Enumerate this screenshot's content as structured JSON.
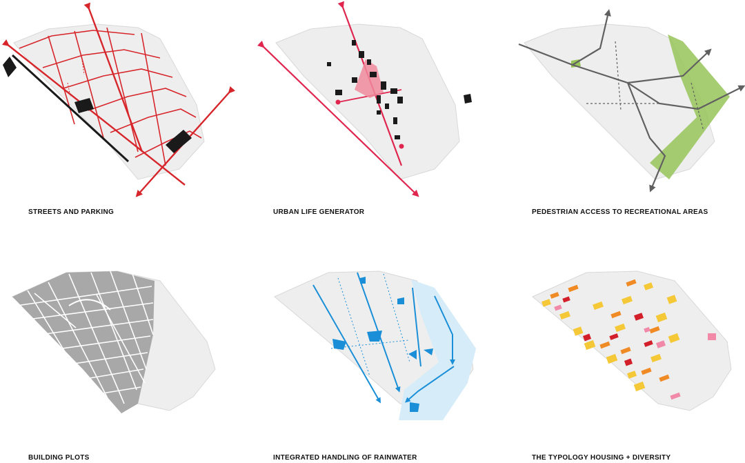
{
  "panels": [
    {
      "caption": "STREETS AND PARKING",
      "icon": "streets-parking-diagram"
    },
    {
      "caption": "URBAN LIFE GENERATOR",
      "icon": "urban-life-diagram"
    },
    {
      "caption": "PEDESTRIAN ACCESS TO RECREATIONAL AREAS",
      "icon": "pedestrian-access-diagram"
    },
    {
      "caption": "BUILDING PLOTS",
      "icon": "building-plots-diagram"
    },
    {
      "caption": "INTEGRATED HANDLING OF RAINWATER",
      "icon": "rainwater-diagram"
    },
    {
      "caption": "THE TYPOLOGY HOUSING + DIVERSITY",
      "icon": "typology-housing-diagram"
    }
  ],
  "colors": {
    "street_red": "#d7262b",
    "urban_pink": "#e0254f",
    "pink_fill": "#f08a9b",
    "path_grey": "#606060",
    "park_green": "#98c45a",
    "plot_grey": "#a8a8a8",
    "water_blue": "#1a8fd8",
    "water_light": "#d6ecf9",
    "housing_yellow": "#f5c838",
    "housing_orange": "#f08a25",
    "housing_red": "#d21f2a",
    "housing_pink": "#f08aa8",
    "building_black": "#1a1a1a",
    "map_base": "#eeeeee"
  }
}
